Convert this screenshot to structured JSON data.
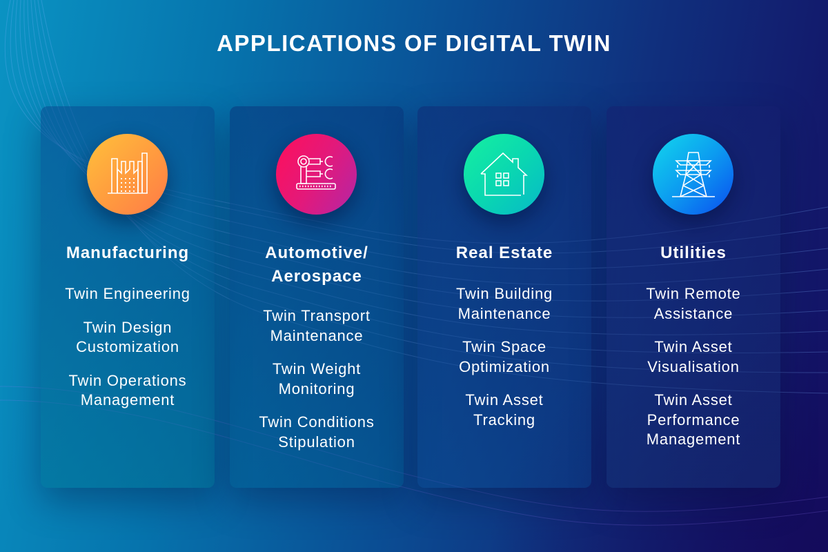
{
  "title": "APPLICATIONS OF DIGITAL TWIN",
  "colors": {
    "background_left": "#0a93c3",
    "background_right": "#140f63",
    "manufacturing_icon": [
      "#ffc13b",
      "#ff7a48"
    ],
    "automotive_icon": [
      "#ff0f5a",
      "#b326a6"
    ],
    "real_estate_icon": [
      "#16f0a0",
      "#06b9c8"
    ],
    "utilities_icon": [
      "#12d8ec",
      "#0a4cf0"
    ]
  },
  "cards": [
    {
      "title": "Manufacturing",
      "icon": "factory-icon",
      "items": [
        "Twin Engineering",
        "Twin Design\nCustomization",
        "Twin Operations\nManagement"
      ]
    },
    {
      "title": "Automotive/\nAerospace",
      "icon": "robotic-arm-icon",
      "items": [
        "Twin Transport\nMaintenance",
        "Twin Weight\nMonitoring",
        "Twin Conditions\nStipulation"
      ]
    },
    {
      "title": "Real Estate",
      "icon": "house-icon",
      "items": [
        "Twin Building\nMaintenance",
        "Twin Space\nOptimization",
        "Twin Asset\nTracking"
      ]
    },
    {
      "title": "Utilities",
      "icon": "power-tower-icon",
      "items": [
        "Twin Remote\nAssistance",
        "Twin Asset\nVisualisation",
        "Twin Asset\nPerformance\nManagement"
      ]
    }
  ]
}
